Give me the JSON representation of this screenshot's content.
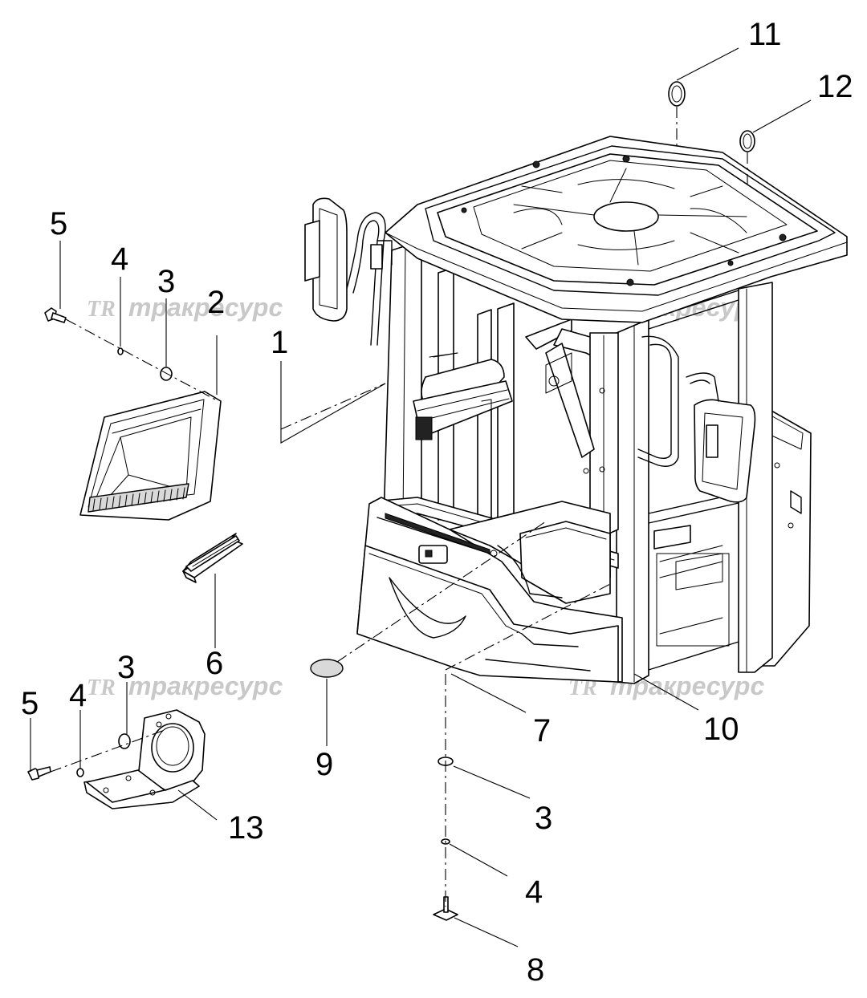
{
  "labels": {
    "l1": "1",
    "l2": "2",
    "l3a": "3",
    "l3b": "3",
    "l3c": "3",
    "l4a": "4",
    "l4b": "4",
    "l4c": "4",
    "l5a": "5",
    "l5b": "5",
    "l6": "6",
    "l7": "7",
    "l8": "8",
    "l9": "9",
    "l10": "10",
    "l11": "11",
    "l12": "12",
    "l13": "13"
  },
  "watermark": {
    "logo": "TR",
    "text": "тракресурс"
  }
}
